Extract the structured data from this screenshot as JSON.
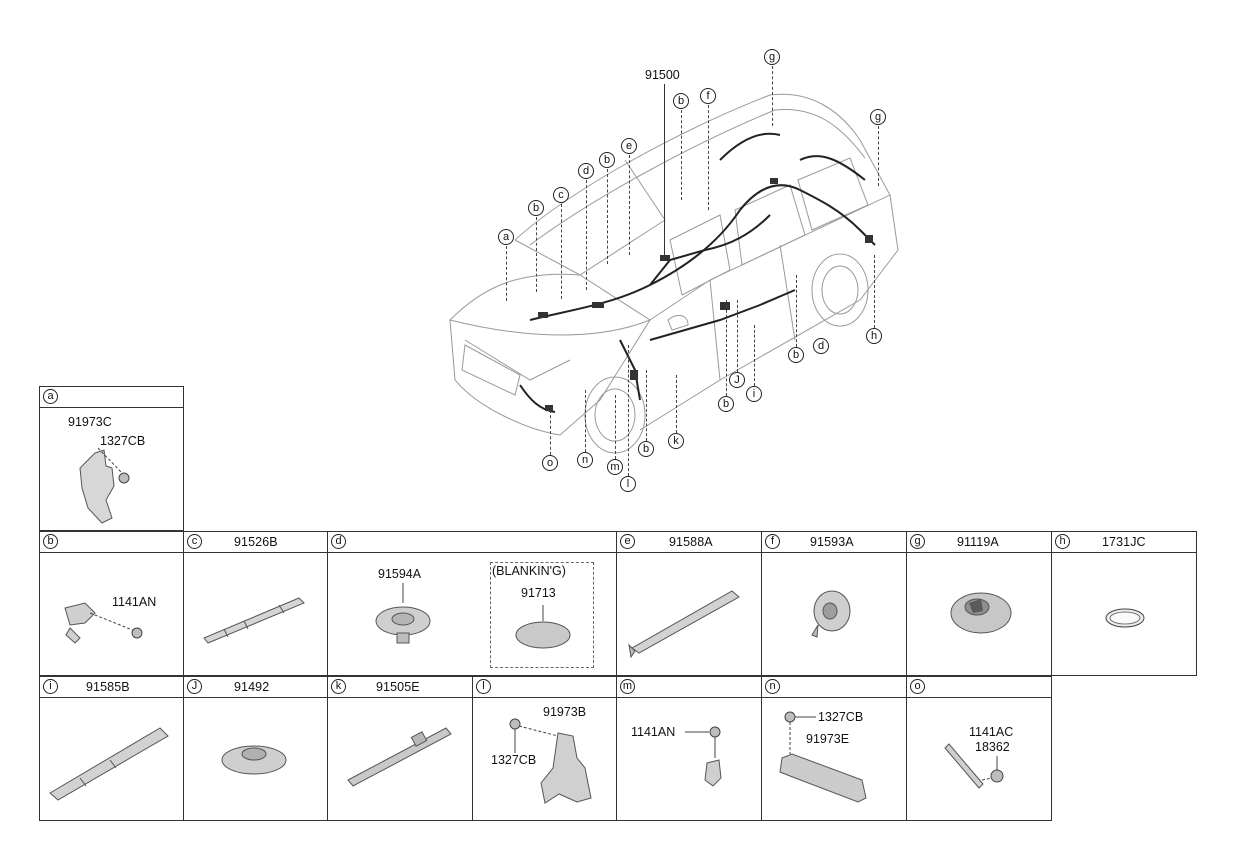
{
  "main_view": {
    "part_number": "91500",
    "callouts": [
      "a",
      "b",
      "c",
      "d",
      "b",
      "e",
      "b",
      "f",
      "g",
      "g",
      "b",
      "d",
      "h",
      "J",
      "i",
      "b",
      "k",
      "b",
      "m",
      "l",
      "n",
      "o"
    ]
  },
  "detail_cells": {
    "a": {
      "letter": "a",
      "parts": [
        "91973C",
        "1327CB"
      ]
    },
    "b": {
      "letter": "b",
      "parts": [
        "1141AN"
      ]
    },
    "c": {
      "letter": "c",
      "parts": [
        "91526B"
      ]
    },
    "d": {
      "letter": "d",
      "parts": [
        "91594A",
        "(BLANKIN'G)",
        "91713"
      ]
    },
    "e": {
      "letter": "e",
      "parts": [
        "91588A"
      ]
    },
    "f": {
      "letter": "f",
      "parts": [
        "91593A"
      ]
    },
    "g": {
      "letter": "g",
      "parts": [
        "91119A"
      ]
    },
    "h": {
      "letter": "h",
      "parts": [
        "1731JC"
      ]
    },
    "i": {
      "letter": "i",
      "parts": [
        "91585B"
      ]
    },
    "J": {
      "letter": "J",
      "parts": [
        "91492"
      ]
    },
    "k": {
      "letter": "k",
      "parts": [
        "91505E"
      ]
    },
    "l": {
      "letter": "l",
      "parts": [
        "91973B",
        "1327CB"
      ]
    },
    "m": {
      "letter": "m",
      "parts": [
        "1141AN"
      ]
    },
    "n": {
      "letter": "n",
      "parts": [
        "1327CB",
        "91973E"
      ]
    },
    "o": {
      "letter": "o",
      "parts": [
        "1141AC",
        "18362"
      ]
    }
  }
}
